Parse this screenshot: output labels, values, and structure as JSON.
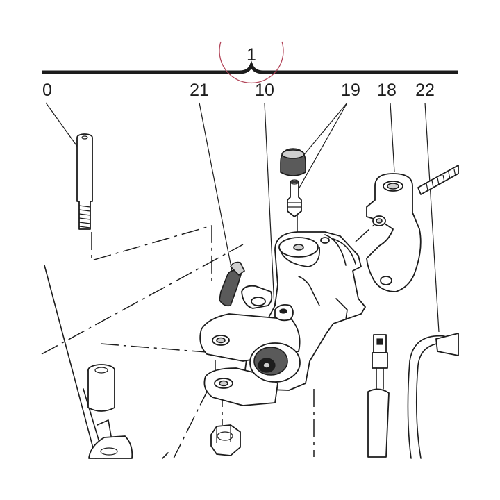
{
  "callouts": {
    "assembly": "1",
    "partial_left": "0",
    "c21": "21",
    "c10": "10",
    "c19": "19",
    "c18": "18",
    "c22": "22"
  },
  "accent_colors": {
    "line": "#1c1c1c",
    "marker_circle": "#b3475b",
    "shading": "#cfcfcf"
  }
}
